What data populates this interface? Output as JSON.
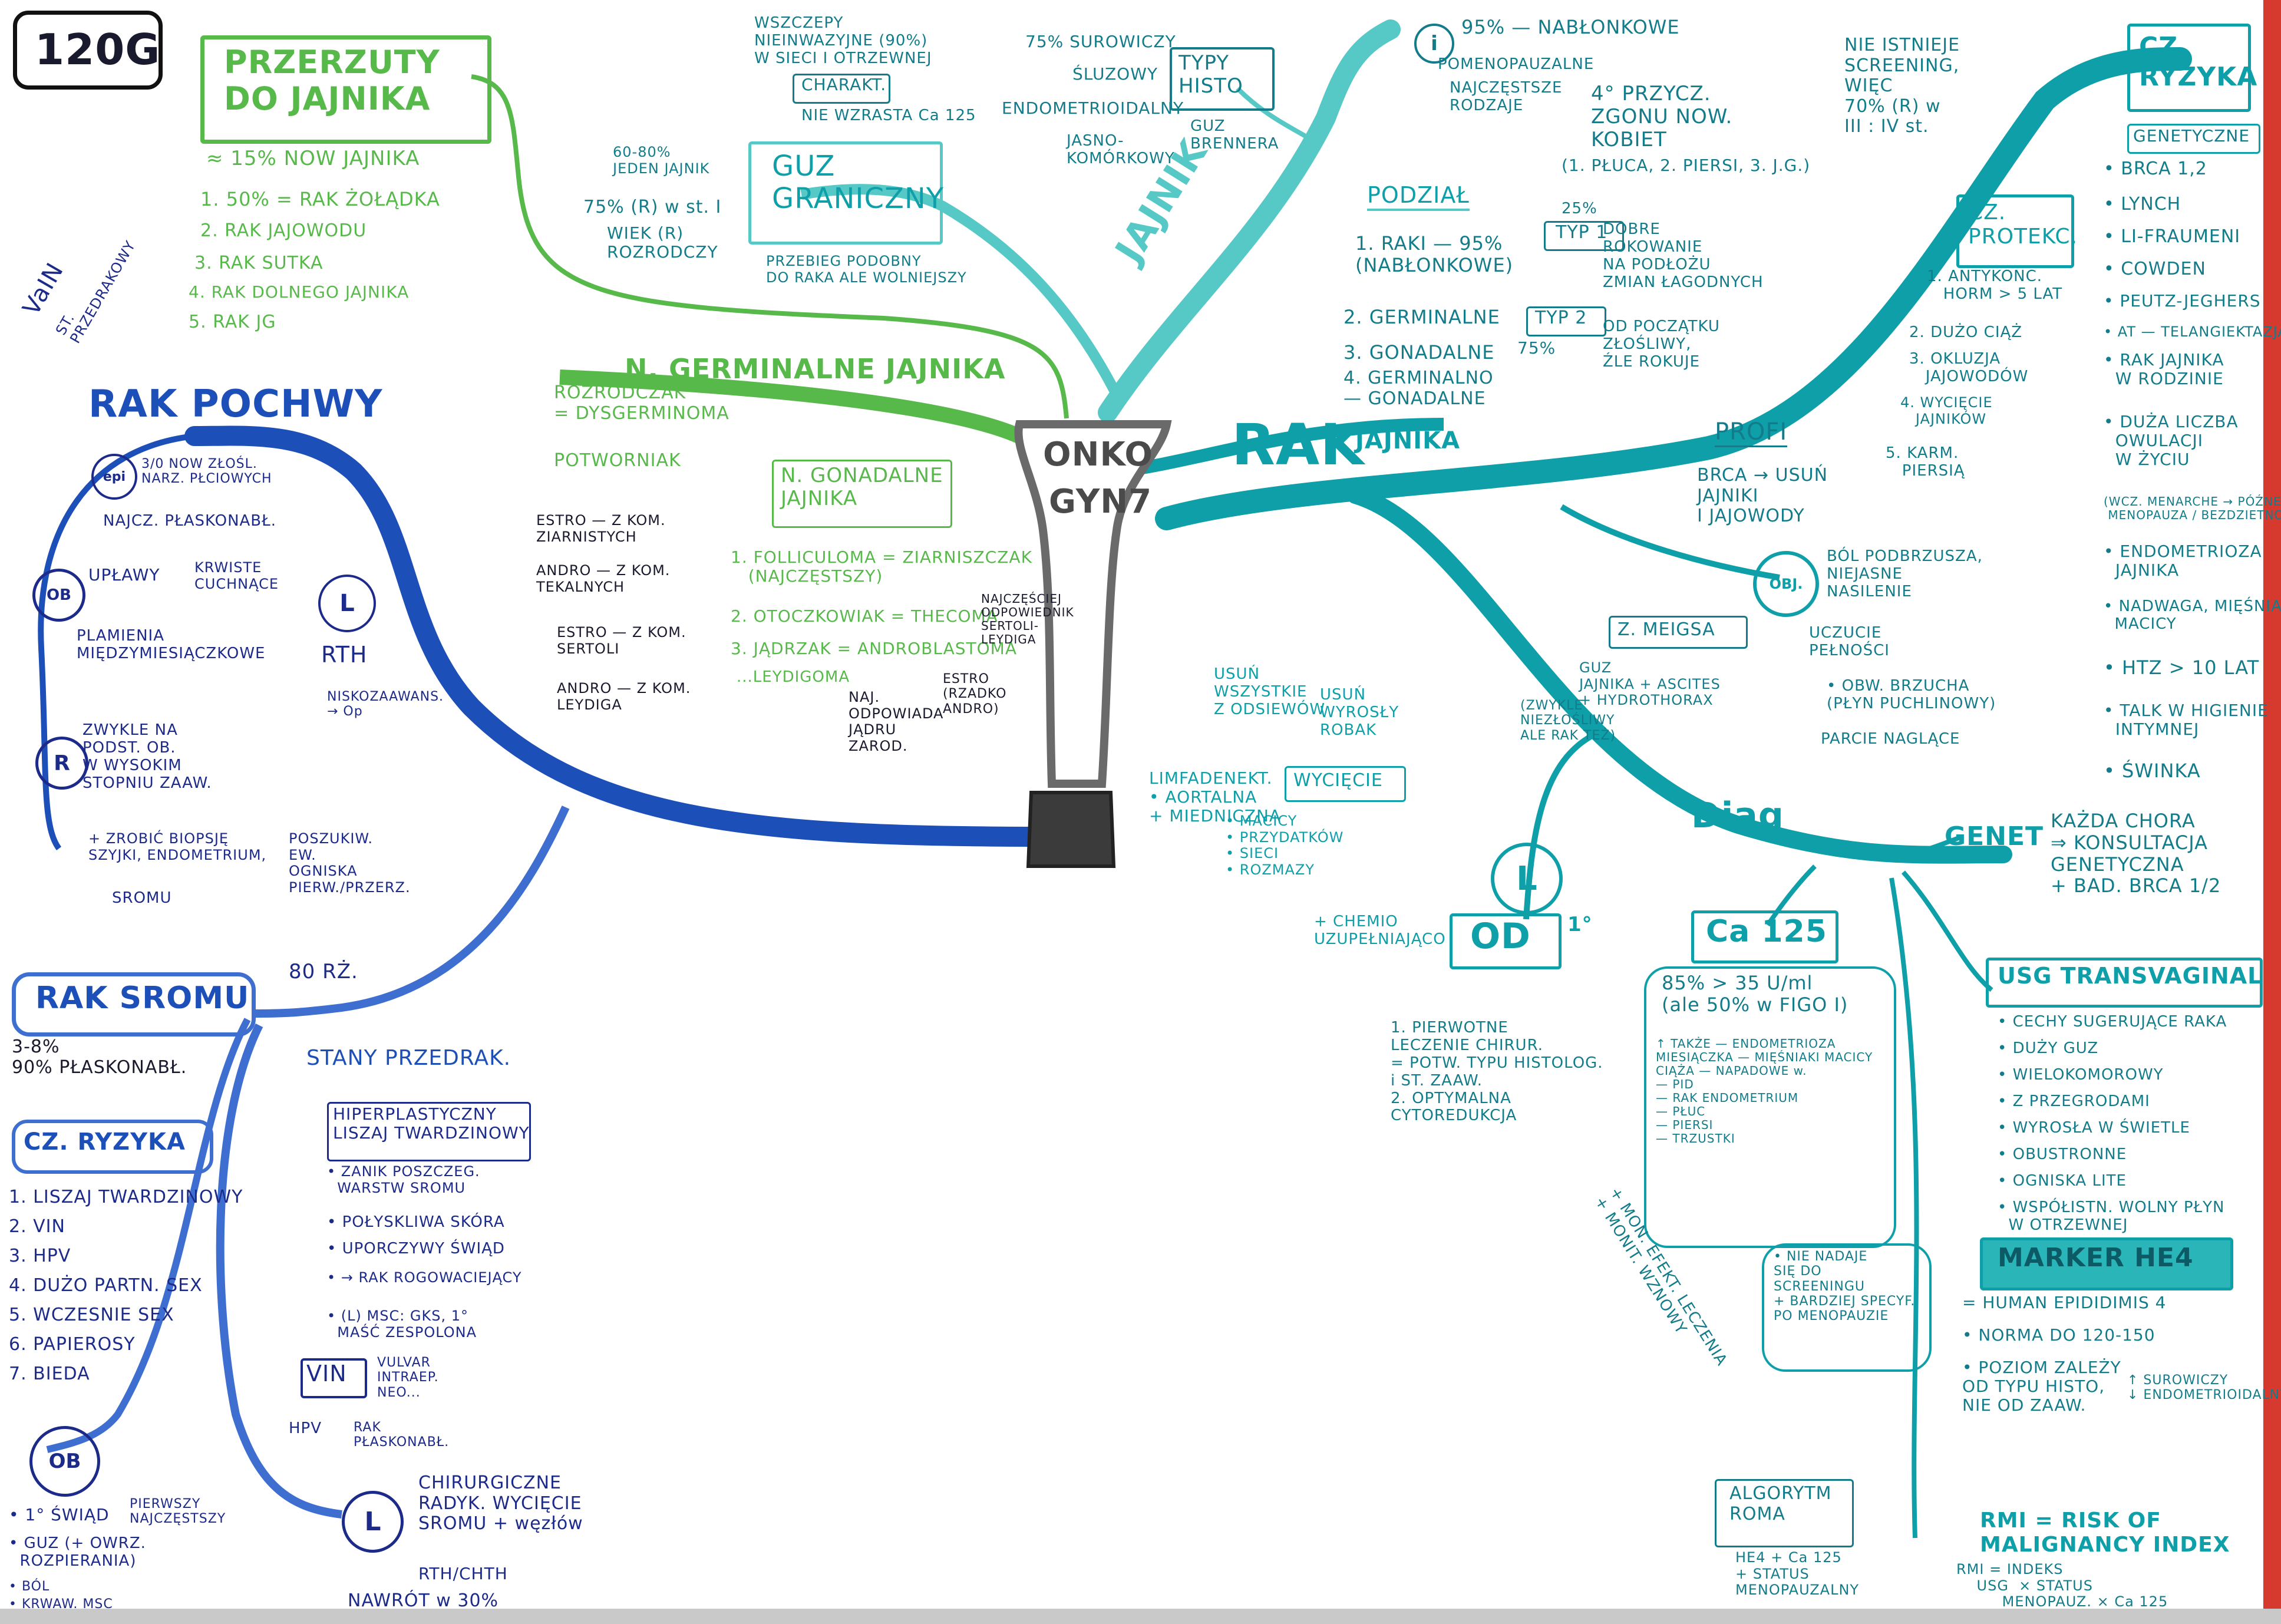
{
  "page_number": "120G",
  "center": {
    "line1": "ONKO",
    "line2": "GYN7"
  },
  "branch_ovary": {
    "title": "RAK",
    "title_sub": "JAJNIKA",
    "branch_jajnik": "JAJNIK",
    "hist_types": {
      "hub": "TYPY\nHISTO",
      "items": [
        "75% SUROWICZY",
        "ŚLUZOWY",
        "ENDOMETRIOIDALNY",
        "JASNO-\nKOMÓRKOWY",
        "GUZ\nBRENNERA"
      ]
    },
    "borderline": {
      "title": "GUZ\nGRANICZNY",
      "charact": "CHARAKT.",
      "notes": [
        "WSZCZEPY\nNIEINWAZYJNE (90%)\nW SIECI I OTRZEWNEJ",
        "NIE WZRASTA Ca 125",
        "60-80%\nJEDEN JAJNIK",
        "75% (R) w st. I",
        "WIEK (R)\nROZRODCZY",
        "PRZEBIEG PODOBNY\nDO RAKA ALE WOLNIEJSZY"
      ]
    },
    "epithelial": [
      "95% — NABŁONKOWE",
      "POMENOPAUZALNE",
      "NAJCZĘSTSZE\nRODZAJE",
      "4° PRZYCZ.\nZGONU NOW.\nKOBIET",
      "(1. PŁUCA, 2. PIERSI, 3. J.G.)"
    ],
    "division": {
      "title": "PODZIAŁ",
      "items": [
        "1. RAKI — 95%\n(NABŁONKOWE)",
        "2. GERMINALNE",
        "3. GONADALNE",
        "4. GERMINALNO\n— GONADALNE"
      ],
      "type1_label": "TYP 1",
      "type1_pct": "25%",
      "type1_desc": "DOBRE\nROKOWANIE\nNA PODŁOŻU\nZMIAN ŁAGODNYCH",
      "type2_label": "TYP 2",
      "type2_pct": "75%",
      "type2_desc": "OD POCZĄTKU\nZŁOŚLIWY,\nŹLE ROKUJE"
    },
    "risk": {
      "title": "CZ.\nRYZYKA",
      "genetic": "GENETYCZNE",
      "items": [
        "• BRCA 1,2",
        "• LYNCH",
        "• LI-FRAUMENI",
        "• COWDEN",
        "• PEUTZ-JEGHERS",
        "• AT — TELANGIEKTAZJA",
        "• RAK JAJNIKA\n  W RODZINIE",
        "• DUŻA LICZBA\n  OWULACJI\n  W ŻYCIU",
        "(WCZ. MENARCHE → PÓŹNE\n MENOPAUZA / BEZDZIETNOŚĆ)",
        "• ENDOMETRIOZA\n  JAJNIKA",
        "• NADWAGA, MIĘŚNIAKI\n  MACICY",
        "• HTZ > 10 LAT",
        "• TALK W HIGIENIE\n  INTYMNEJ",
        "• ŚWINKA"
      ]
    },
    "protective": {
      "title": "CZ.\nPROTEKC.",
      "items": [
        "1. ANTYKONC.\n   HORM > 5 LAT",
        "2. DUŻO CIĄŻ",
        "3. OKLUZJA\n   JAJOWODÓW",
        "4. WYCIĘCIE\n   JAJNIKÓW",
        "5. KARM.\n   PIERSIĄ"
      ]
    },
    "screening": "NIE ISTNIEJE\nSCREENING,\nWIĘC\n70% (R) w\nIII : IV st.",
    "prophylaxis": {
      "title": "PROFI",
      "text": "BRCA → USUŃ\nJAJNIKI\nI JAJOWODY"
    },
    "symptoms": {
      "label": "OBJ.",
      "items": [
        "BÓL PODBRZUSZA,\nNIEJASNE\nNASILENIE",
        "UCZUCIE\nPEŁNOŚCI",
        "• OBW. BRZUCHA\n(PŁYN PUCHLINOWY)",
        "PARCIE NAGLĄCE"
      ],
      "late_label": "Z. MEIGSA",
      "late_desc": "GUZ\nJAJNIKA + ASCITES\n+ HYDROTHORAX",
      "late_note": "(ZWYKLE\nNIEZŁOŚLIWY\nALE RAK TEŻ)"
    },
    "diagnosis": {
      "title": "Diag",
      "genet_label": "GENET",
      "genet_text": "KAŻDA CHORA\n⇒ KONSULTACJA\nGENETYCZNA\n+ BAD. BRCA 1/2",
      "ca125_title": "Ca 125",
      "ca125_items": [
        "85% > 35 U/ml\n(ale 50% w FIGO I)",
        "↑ TAKŻE — ENDOMETRIOZA\nMIESIĄCZKA — MIĘŚNIAKI MACICY\nCIĄŻA — NAPADOWE w.\n— PID\n— RAK ENDOMETRIUM\n— PŁUC\n— PIERSI\n— TRZUSTKI"
      ],
      "ca125_monit": "+ MON. EFEKT. LECZENIA\n+ MONIT. WZNOWY",
      "ca125_screen": "• NIE NADAJE\nSIĘ DO\nSCREENINGU\n+ BARDZIEJ SPECYF.\nPO MENOPAUZIE",
      "usg_title": "USG TRANSVAGINAL",
      "usg_items": [
        "• CECHY SUGERUJĄCE RAKA",
        "• DUŻY GUZ",
        "• WIELOKOMOROWY",
        "• Z PRZEGRODAMI",
        "• WYROSŁA W ŚWIETLE",
        "• OBUSTRONNE",
        "• OGNISKA LITE",
        "• WSPÓŁISTN. WOLNY PŁYN\n  W OTRZEWNEJ"
      ],
      "he4_title": "MARKER HE4",
      "he4_items": [
        "= HUMAN EPIDIDIMIS 4",
        "• NORMA DO 120-150",
        "• POZIOM ZALEŻY\nOD TYPU HISTO,\nNIE OD ZAAW.",
        "↑ SUROWICZY\n↓ ENDOMETRIOIDALNY"
      ],
      "roma_title": "ALGORYTM\nROMA",
      "roma_formula": "HE4 + Ca 125\n+ STATUS\nMENOPAUZALNY",
      "rmi_title": "RMI = RISK OF\nMALIGNANCY INDEX",
      "rmi_formula": "RMI = INDEKS\n    USG  × STATUS\n         MENOPAUZ. × Ca 125"
    },
    "treatment": {
      "circle": "L",
      "od": "OD",
      "od_deg": "1°",
      "lymph": "LIMFADENEKT.\n• AORTALNA\n+ MIEDNICZNA",
      "lymph_note": "USUŃ\nWSZYSTKIE\nZ ODSIEWÓW",
      "remove": "USUŃ\nWYROSŁY\nROBAK",
      "excision": "WYCIĘCIE",
      "excision_items": "• MACICY\n• PRZYDATKÓW\n• SIECI\n• ROZMAZY",
      "adjuvant": "+ CHEMIO\nUZUPEŁNIAJĄCO",
      "steps": "1. PIERWOTNE\nLECZENIE CHIRUR.\n= POTW. TYPU HISTOLOG.\ni ST. ZAAW.\n2. OPTYMALNA\nCYTOREDUKCJA"
    }
  },
  "branch_metastases": {
    "title": "PRZERZUTY\nDO JAJNIKA",
    "pct": "≈ 15% NOW JAJNIKA",
    "items": [
      "1. 50% = RAK ŻOŁĄDKA",
      "2. RAK JAJOWODU",
      "3. RAK SUTKA",
      "4. RAK DOLNEGO JAJNIKA",
      "5. RAK JG"
    ]
  },
  "branch_germinal": {
    "title": "N. GERMINALNE JAJNIKA",
    "items": [
      "ROZRODCZAK\n= DYSGERMINOMA",
      "POTWORNIAK"
    ]
  },
  "branch_gonadal": {
    "title": "N. GONADALNE\nJAJNIKA",
    "items": [
      "1. FOLLICULOMA = ZIARNISZCZAK\n   (NAJCZĘSTSZY)",
      "2. OTOCZKOWIAK = THECOMA",
      "3. JĄDRZAK = ANDROBLASTOMA",
      "...LEYDIGOMA"
    ],
    "side": [
      "ESTRO — Z KOM.\nZIARNISTYCH",
      "ANDRO — Z KOM.\nTEKALNYCH",
      "ESTRO — Z KOM.\nSERTOLI",
      "ANDRO — Z KOM.\nLEYDIGA"
    ],
    "right": [
      "NAJCZĘŚCIEJ\nODPOWIEDNIK\nSERTOLI-\nLEYDIGA",
      "ESTRO\n(RZADKO\nANDRO)",
      "NAJ.\nODPOWIADA\nJĄDRU\nZAROD."
    ]
  },
  "branch_vagina": {
    "title": "RAK POCHWY",
    "vain": "VaIN",
    "vain_note": "ST.\nPRZEDRAKOWY",
    "epi": "3/0 NOW ZŁOŚL.\nNARZ. PŁCIOWYCH",
    "epi_sub": "NAJCZ. PŁASKONABŁ.",
    "obj_items": [
      "UPŁAWY",
      "KRWISTE\nCUCHNĄCE",
      "PLAMIENIA\nMIĘDZYMIESIĄCZKOWE"
    ],
    "rth": "RTH",
    "rth_note": "NISKOZAAWANS.\n→ Op",
    "risk": "ZWYKLE NA\nPODST. OB.\nW WYSOKIM\nSTOPNIU ZAAW.",
    "biopsy": "+ ZROBIĆ BIOPSJĘ\nSZYJKI, ENDOMETRIUM,",
    "srom": "SROMU",
    "search": "POSZUKIW.\nEW.\nOGNISKA\nPIERW./PRZERZ."
  },
  "branch_vulva": {
    "title": "RAK SROMU",
    "age": "80 RŻ.",
    "pct": "3-8%\n90% PŁASKONABŁ.",
    "risk_title": "CZ. RYZYKA",
    "risk_items": [
      "1. LISZAJ TWARDZINOWY",
      "2. VIN",
      "3. HPV",
      "4. DUŻO PARTN. SEX",
      "5. WCZESNIE SEX",
      "6. PAPIEROSY",
      "7. BIEDA"
    ],
    "precancer_title": "STANY PRZEDRAK.",
    "precancer_box": "HIPERPLASTYCZNY\nLISZAJ TWARDZINOWY",
    "precancer_items": [
      "• ZANIK POSZCZEG.\n  WARSTW SROMU",
      "• POŁYSKLIWA SKÓRA",
      "• UPORCZYWY ŚWIĄD",
      "• → RAK ROGOWACIEJĄCY",
      "• (L) MSC: GKS, 1°\n  MAŚĆ ZESPOLONA"
    ],
    "vin": "VIN",
    "vin_desc": "VULVAR\nINTRAEP.\nNEO...",
    "vin_hpv": "HPV",
    "vin_rak": "RAK\nPŁASKONABŁ.",
    "obj_items": [
      "• 1° ŚWIĄD",
      "PIERWSZY\nNAJCZĘSTSZY",
      "• GUZ (+ OWRZ.\n  ROZPIERANIA)",
      "• BÓL",
      "• KRWAW. MSC"
    ],
    "treat": "CHIRURGICZNE\nRADYK. WYCIĘCIE\nSROMU + węzłów",
    "treat_alt": "RTH/CHTH",
    "treat_note": "NAWRÓT w 30%"
  },
  "colors": {
    "teal": "#0f9fa8",
    "light_teal": "#56c9c6",
    "green": "#58b94b",
    "blue": "#1d4fb8",
    "dark_blue": "#1c2a8a",
    "red_strip": "#d63a2f"
  }
}
